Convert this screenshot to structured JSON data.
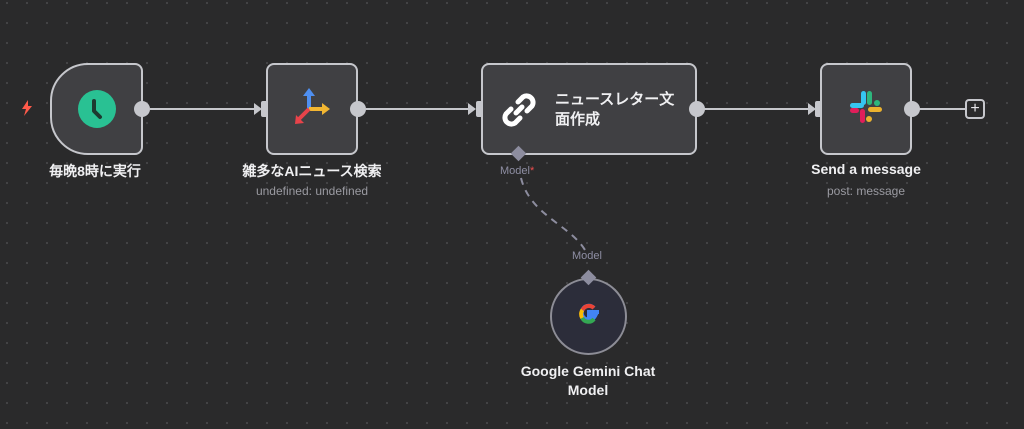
{
  "nodes": {
    "trigger": {
      "label": "毎晩8時に実行",
      "icon": "clock-icon",
      "icon_color": "#29c193",
      "trigger_bolt_color": "#ff5a4a"
    },
    "search": {
      "label": "雑多なAIニュース検索",
      "sublabel": "undefined: undefined",
      "icon": "axes-arrows-icon"
    },
    "agent": {
      "label": "ニュースレター文面作成",
      "label_line1": "ニュースレター文",
      "label_line2": "面作成",
      "icon": "link-chain-icon",
      "port_label": "Model",
      "port_required_mark": "*"
    },
    "slack": {
      "label": "Send a message",
      "sublabel": "post: message",
      "icon": "slack-icon"
    },
    "gemini": {
      "label_line1": "Google Gemini Chat",
      "label_line2": "Model",
      "icon": "google-g-icon",
      "port_label": "Model"
    }
  },
  "add_button": {
    "label": "+"
  },
  "colors": {
    "canvas_bg": "#2a2a2b",
    "node_bg": "#404043",
    "node_border": "#c6c7cc",
    "wire": "#c6c7cc",
    "dashed_wire": "#8d8d9f"
  }
}
